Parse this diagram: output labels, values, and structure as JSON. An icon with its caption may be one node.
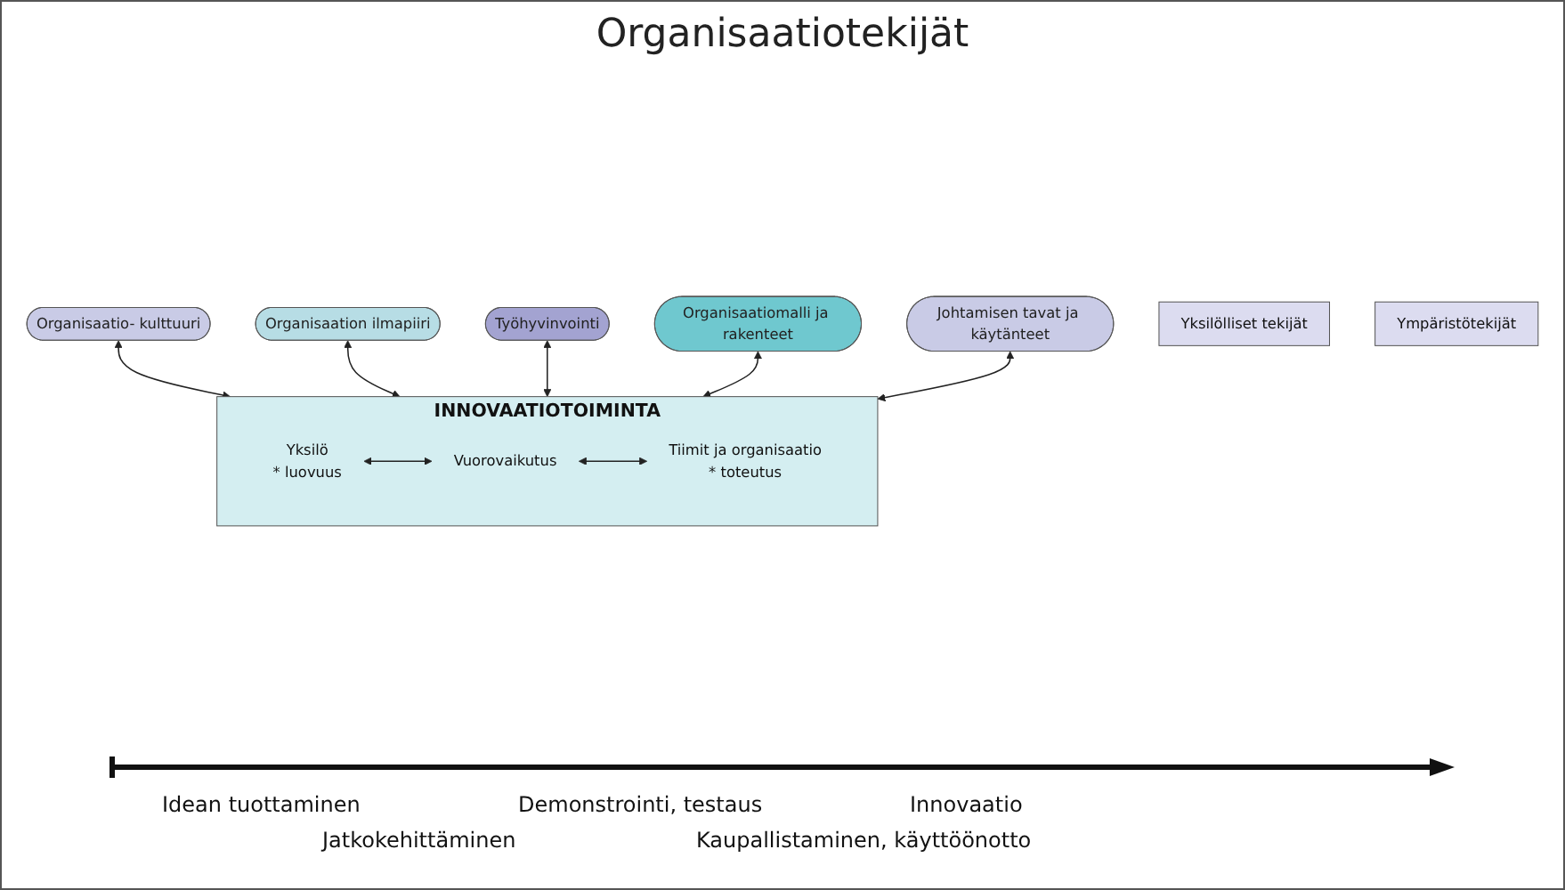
{
  "diagram": {
    "title": "Organisaatiotekijät",
    "nodes": [
      {
        "text": [
          "Organisaatio- kulttuuri"
        ]
      },
      {
        "text": [
          "Organisaation ilmapiiri"
        ]
      },
      {
        "text": [
          "Työhyvinvointi"
        ]
      },
      {
        "text": [
          "Organisaatiomalli ja rakenteet"
        ]
      },
      {
        "text": [
          "Johtamisen tavat ja käytänteet"
        ]
      },
      {
        "text": [
          "INNOVAATIOTOIMINTA"
        ]
      },
      {
        "text": [
          "Yksilö",
          "* luovuus"
        ],
        "in": 5
      },
      {
        "text": [
          "Vuorovaikutus"
        ],
        "in": 5
      },
      {
        "text": [
          "Tiimit ja organisaatio",
          "* toteutus"
        ],
        "in": 5
      },
      {
        "text": [
          "Yksilölliset tekijät"
        ]
      },
      {
        "text": [
          "Ympäristötekijät"
        ]
      }
    ],
    "edges": [
      {
        "from": 0,
        "to": 5,
        "arrow": "both"
      },
      {
        "from": 1,
        "to": 5,
        "arrow": "both"
      },
      {
        "from": 2,
        "to": 5,
        "arrow": "both"
      },
      {
        "from": 3,
        "to": 5,
        "arrow": "both"
      },
      {
        "from": 4,
        "to": 5,
        "arrow": "both"
      },
      {
        "from": 6,
        "to": 7,
        "arrow": "both"
      },
      {
        "from": 7,
        "to": 8,
        "arrow": "both"
      }
    ],
    "labels": [
      "Idean tuottaminen",
      "Demonstrointi, testaus",
      "Innovaatio",
      "Jatkokehittäminen",
      "Kaupallistaminen, käyttöönotto"
    ]
  }
}
